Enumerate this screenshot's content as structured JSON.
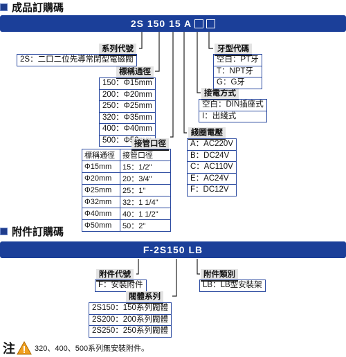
{
  "section1": {
    "title": "成品訂購碼",
    "code": "2S 150 15 A"
  },
  "series": {
    "label": "系列代號",
    "items": [
      "2S：二口二位先導常閉型電磁閥"
    ]
  },
  "nominal": {
    "label": "標稱通徑",
    "items": [
      "150：Φ15mm",
      "200：Φ20mm",
      "250：Φ25mm",
      "320：Φ35mm",
      "400：Φ40mm",
      "500：Φ50mm"
    ]
  },
  "pipe": {
    "label": "接管口徑",
    "headers": [
      "標稱通徑",
      "接管口徑"
    ],
    "rows": [
      [
        "Φ15mm",
        "15：1/2\""
      ],
      [
        "Φ20mm",
        "20：3/4\""
      ],
      [
        "Φ25mm",
        "25：1\""
      ],
      [
        "Φ32mm",
        "32：1 1/4\""
      ],
      [
        "Φ40mm",
        "40：1 1/2\""
      ],
      [
        "Φ50mm",
        "50：2\""
      ]
    ]
  },
  "voltage": {
    "label": "綫圈電壓",
    "items": [
      "A：AC220V",
      "B：DC24V",
      "C：AC110V",
      "E：AC24V",
      "F：DC12V"
    ]
  },
  "wiring": {
    "label": "接電方式",
    "items": [
      "空白：DIN插座式",
      "I：出綫式"
    ]
  },
  "thread": {
    "label": "牙型代碼",
    "items": [
      "空白：PT牙",
      "T：NPT牙",
      "G：G牙"
    ]
  },
  "section2": {
    "title": "附件訂購碼",
    "code": "F-2S150 LB"
  },
  "acc_code": {
    "label": "附件代號",
    "items": [
      "F：安裝附件"
    ]
  },
  "acc_type": {
    "label": "附件類別",
    "items": [
      "LB：LB型安裝架"
    ]
  },
  "valve_body": {
    "label": "閥體系列",
    "items": [
      "2S150：150系列閥體",
      "2S200：200系列閥體",
      "2S250：250系列閥體"
    ]
  },
  "note": {
    "mark": "注",
    "text": "320、400、500系列無安裝附件。"
  },
  "colors": {
    "bar": "#1b3f99",
    "line": "#2b4aa0",
    "warning": "#f0a020"
  }
}
